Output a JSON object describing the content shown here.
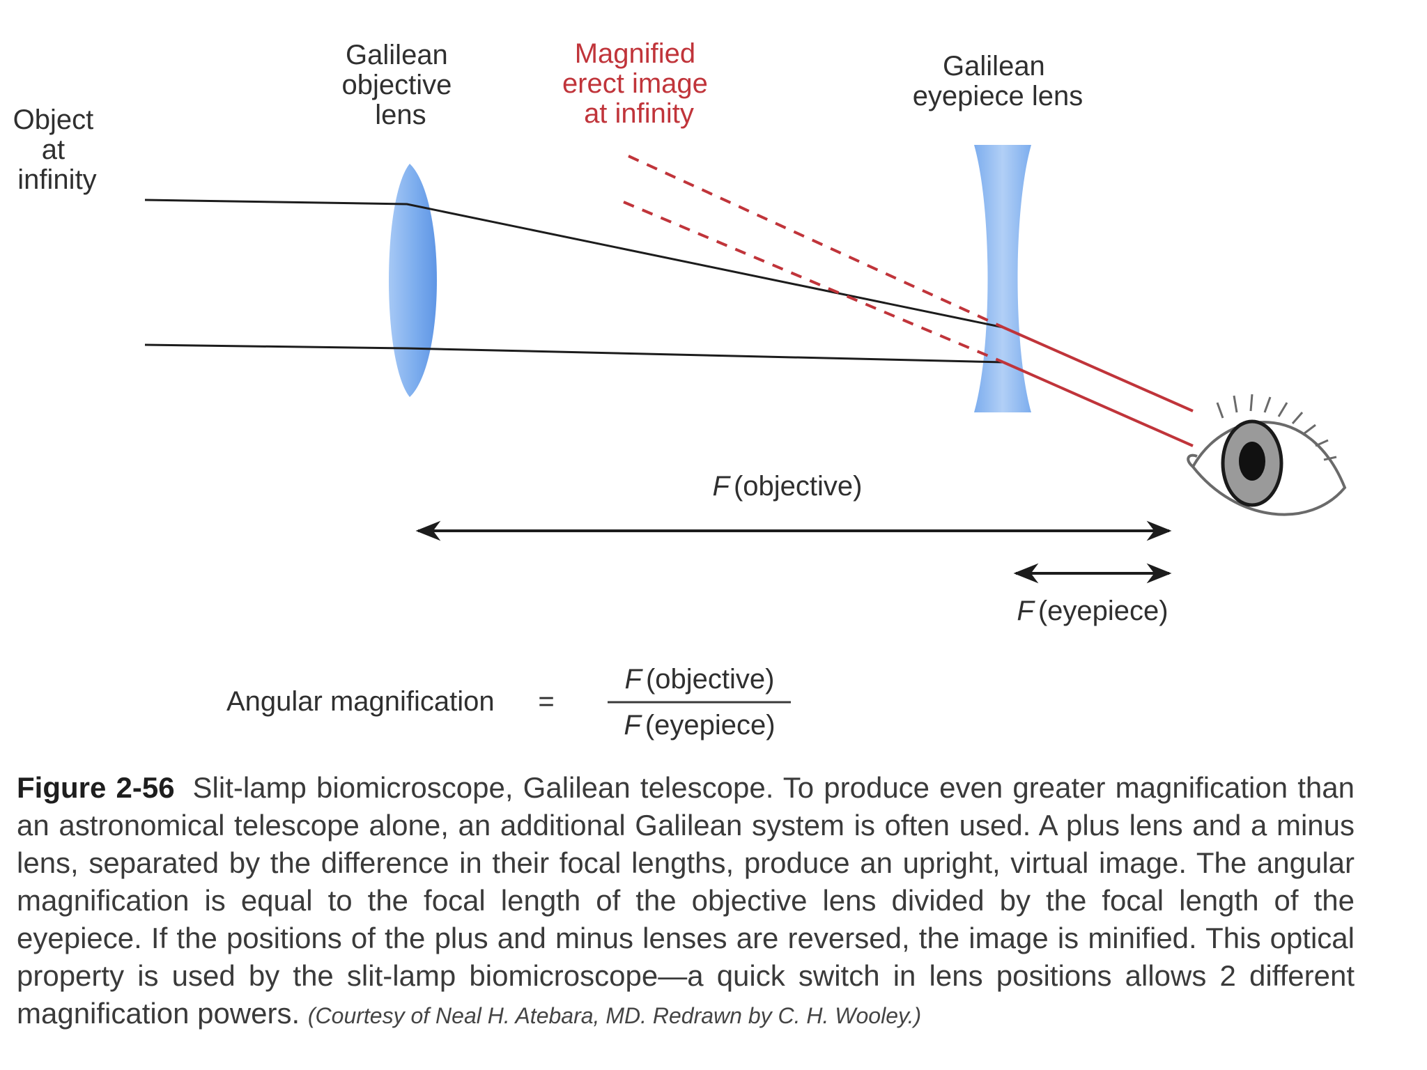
{
  "labels": {
    "object": [
      "Object",
      "at",
      "infinity"
    ],
    "objective_lens": [
      "Galilean",
      "objective",
      "lens"
    ],
    "image": [
      "Magnified",
      "erect image",
      "at infinity"
    ],
    "eyepiece_lens": [
      "Galilean",
      "eyepiece lens"
    ],
    "f_symbol": "F",
    "f_objective": "(objective)",
    "f_eyepiece": "(eyepiece)"
  },
  "equation": {
    "lhs": "Angular magnification",
    "equals": "=",
    "numerator_symbol": "F",
    "numerator": "(objective)",
    "denominator_symbol": "F",
    "denominator": "(eyepiece)"
  },
  "caption": {
    "figure_number": "Figure 2-56",
    "text": "Slit-lamp biomicroscope, Galilean telescope. To produce even greater magnification than an astronomical telescope alone, an additional Galilean system is often used. A plus lens and a minus lens, separated by the difference in their focal lengths, produce an upright, virtual image. The angular magnification is equal to the focal length of the objective lens divided by the focal length of the eyepiece. If the positions of the plus and minus lenses are reversed, the image is minified. This optical property is used by the slit-lamp biomicroscope—a quick switch in lens positions allows 2 different magnification powers.",
    "credit": "(Courtesy of Neal H. Atebara, MD. Redrawn by C. H. Wooley.)"
  },
  "colors": {
    "ray": "#1c1c1c",
    "virtual_ray": "#c0343a",
    "lens": "#5f9ae8",
    "text": "#2f2f2f",
    "red_text": "#c0343a"
  }
}
